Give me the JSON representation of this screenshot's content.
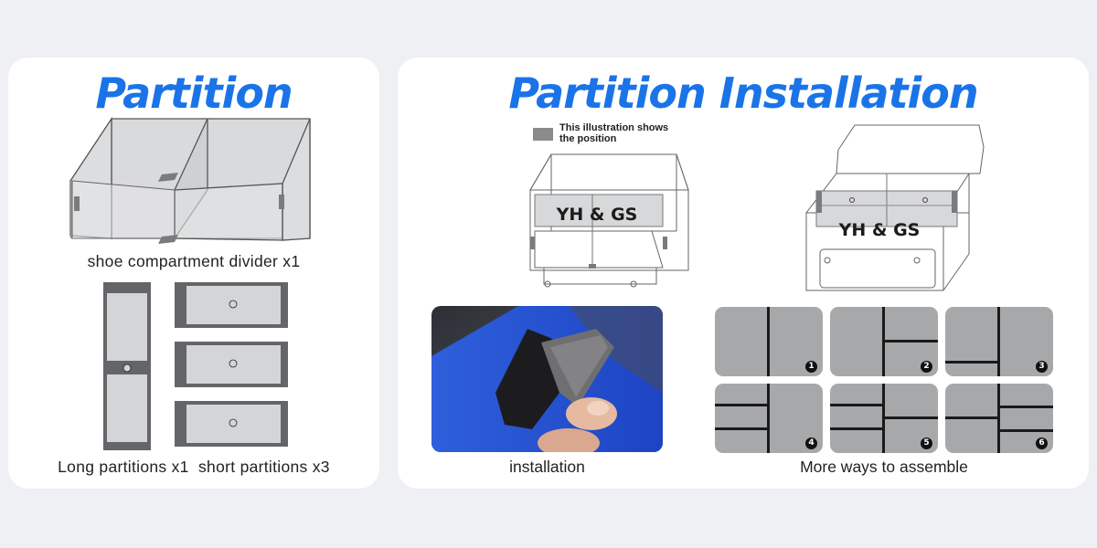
{
  "left_panel": {
    "title": "Partition",
    "divider_caption": "shoe compartment divider x1",
    "parts_caption": "Long partitions x1  short partitions x3"
  },
  "right_panel": {
    "title": "Partition Installation",
    "legend_line1": "This illustration shows",
    "legend_line2": "the position",
    "brand_label": "YH & GS",
    "installation_caption": "installation",
    "assemble_caption": "More ways to assemble",
    "layouts": [
      "1",
      "2",
      "3",
      "4",
      "5",
      "6"
    ]
  },
  "colors": {
    "title_blue": "#1a74e8",
    "partition_gray": "#a7a8aa",
    "photo_blue": "#1f4fd1"
  }
}
